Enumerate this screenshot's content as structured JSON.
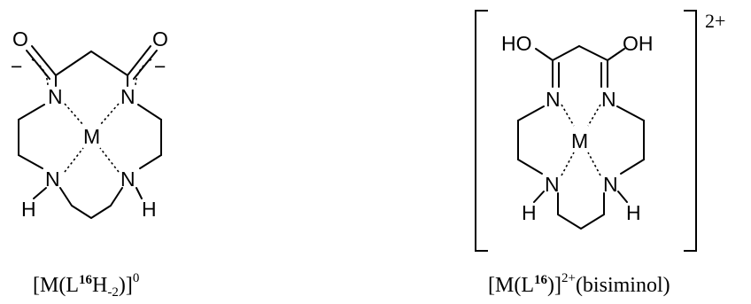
{
  "atoms": {
    "oxygen": "O",
    "nitrogen": "N",
    "metal": "M",
    "hydrogen": "H",
    "hydroxyl": "HO",
    "hydroxyl_right": "OH",
    "minus": "−"
  },
  "left_structure": {
    "caption": {
      "open": "[M(L",
      "ligand_number": "16",
      "subscript": "H",
      "subscript_charge": "-2",
      "close": ")]",
      "charge": "0"
    }
  },
  "right_structure": {
    "ion_charge": "2+",
    "caption": {
      "open": "[M(L",
      "ligand_number": "16",
      "close": ")]",
      "charge": "2+",
      "suffix": "(bisiminol)"
    }
  }
}
